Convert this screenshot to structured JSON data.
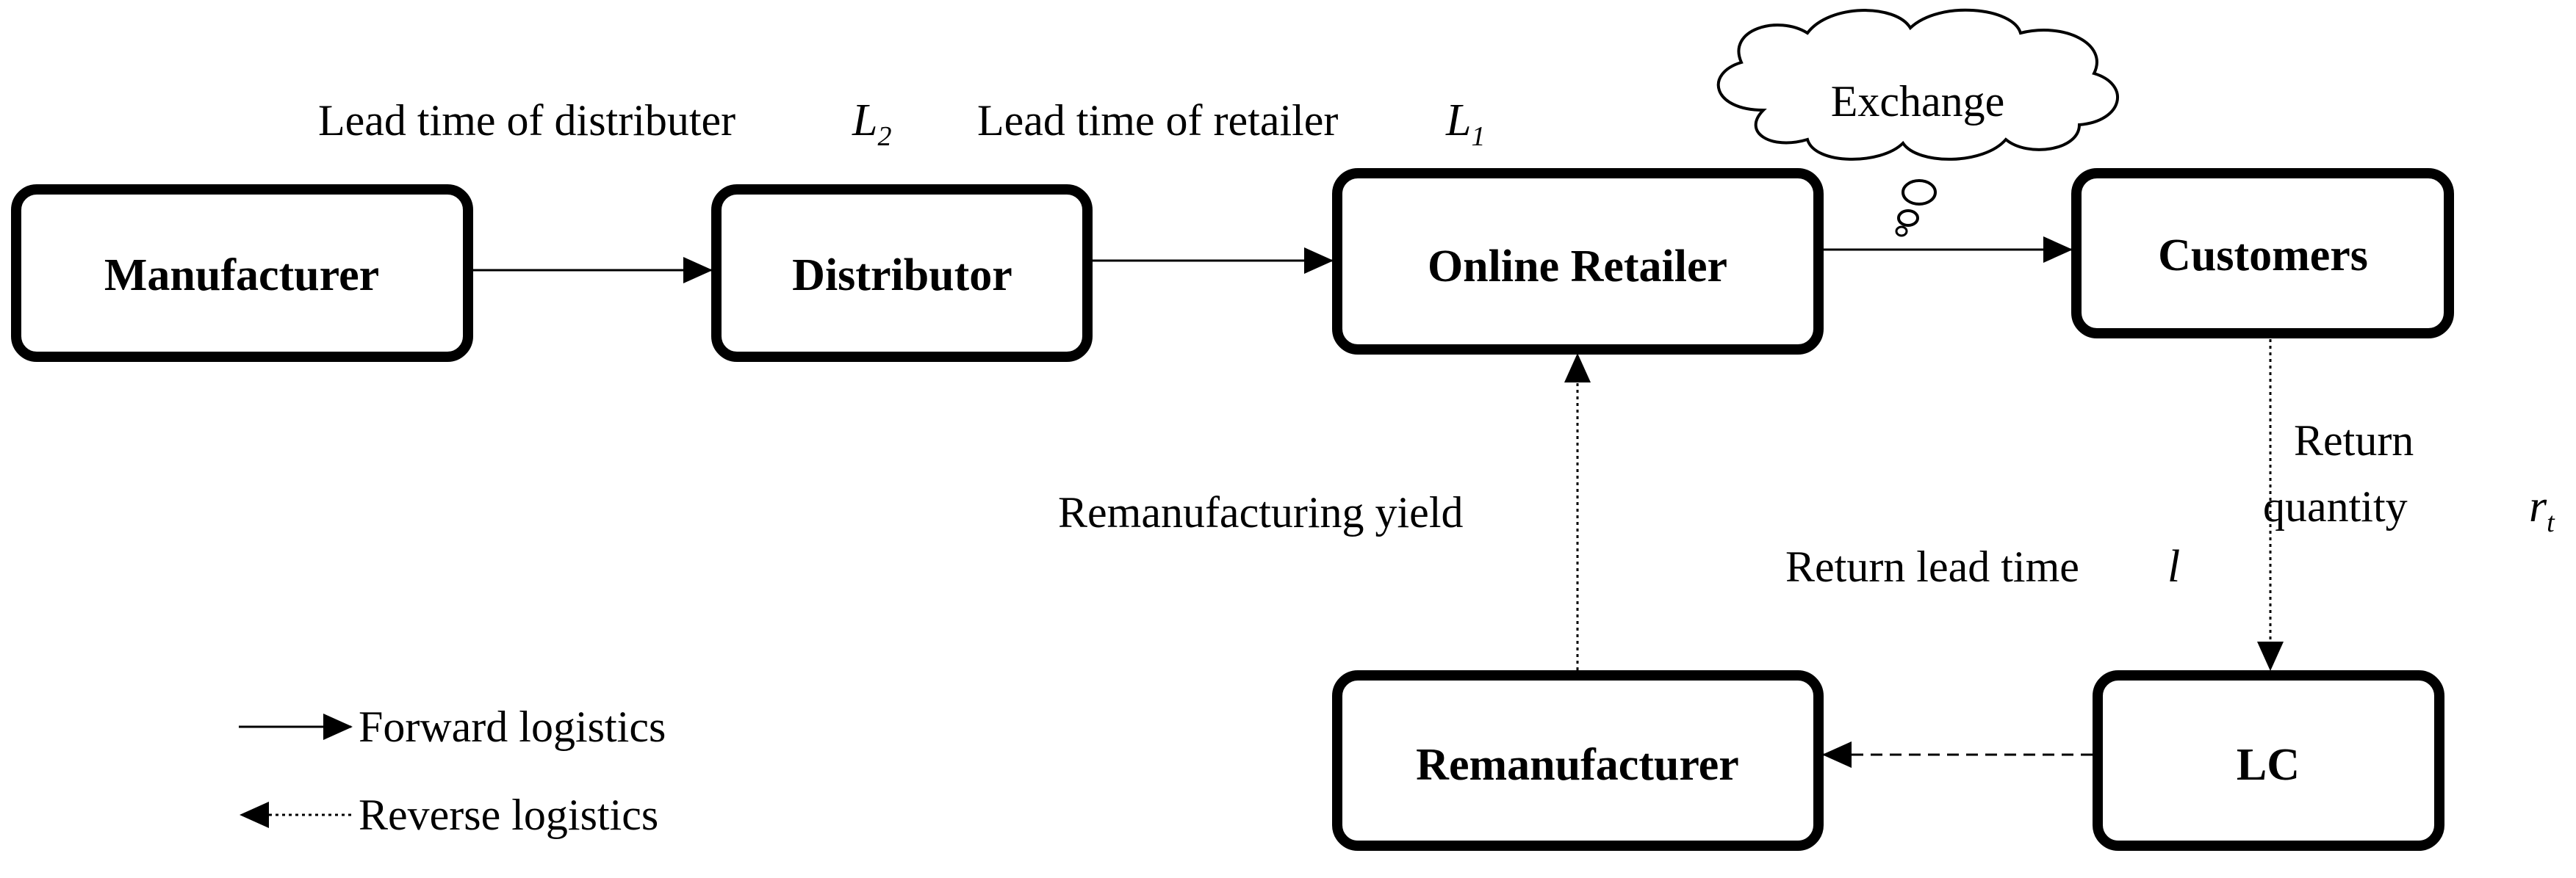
{
  "nodes": {
    "manufacturer": "Manufacturer",
    "distributor": "Distributor",
    "online_retailer": "Online Retailer",
    "customers": "Customers",
    "remanufacturer": "Remanufacturer",
    "lc": "LC"
  },
  "labels": {
    "lead_time_distributer": "Lead time of distributer",
    "lead_time_distributer_symbol": "L",
    "lead_time_distributer_sub": "2",
    "lead_time_retailer": "Lead time of retailer",
    "lead_time_retailer_symbol": "L",
    "lead_time_retailer_sub": "1",
    "exchange": "Exchange",
    "return_line1": "Return",
    "return_line2": "quantity",
    "return_symbol": "r",
    "return_sub": "t",
    "return_lead_time": "Return lead time",
    "return_lead_time_symbol": "l",
    "remanufacturing_yield": "Remanufacturing yield"
  },
  "legend": {
    "forward": "Forward logistics",
    "reverse": "Reverse logistics"
  }
}
